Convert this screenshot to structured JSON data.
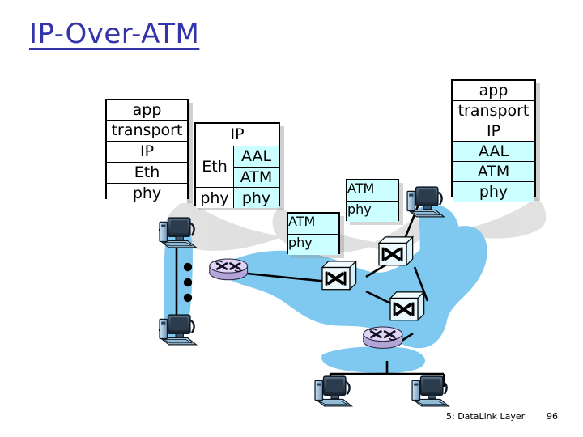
{
  "slide": {
    "title": "IP-Over-ATM",
    "footer_label": "5: DataLink Layer",
    "page_number": "96"
  },
  "colors": {
    "title": "#3333AA",
    "cyan_layer": "#CCFFFF",
    "cloud_blue": "#7FC9F0",
    "router_purple": "#CFC2EC",
    "switch_face": "#E6FAFF",
    "line": "#000000"
  },
  "host_stack_left": {
    "name": "left-host-protocol-stack",
    "layers": [
      {
        "label": "app",
        "highlight": false
      },
      {
        "label": "transport",
        "highlight": false
      },
      {
        "label": "IP",
        "highlight": false
      },
      {
        "label": "Eth",
        "highlight": false
      },
      {
        "label": "phy",
        "highlight": false
      }
    ]
  },
  "router_stack": {
    "name": "edge-router-protocol-stack",
    "top_layer": {
      "label": "IP",
      "highlight": false
    },
    "left_column": [
      {
        "label": "Eth",
        "highlight": false
      },
      {
        "label": "phy",
        "highlight": false
      }
    ],
    "right_column": [
      {
        "label": "AAL",
        "highlight": true
      },
      {
        "label": "ATM",
        "highlight": true
      },
      {
        "label": "phy",
        "highlight": true
      }
    ]
  },
  "host_stack_right": {
    "name": "right-host-protocol-stack",
    "layers": [
      {
        "label": "app",
        "highlight": false
      },
      {
        "label": "transport",
        "highlight": false
      },
      {
        "label": "IP",
        "highlight": false
      },
      {
        "label": "AAL",
        "highlight": true
      },
      {
        "label": "ATM",
        "highlight": true
      },
      {
        "label": "phy",
        "highlight": true
      }
    ]
  },
  "switch_stacks": [
    {
      "name": "atm-switch-stack-lower-left",
      "layers": [
        {
          "label": "ATM",
          "highlight": true
        },
        {
          "label": "phy",
          "highlight": true
        }
      ]
    },
    {
      "name": "atm-switch-stack-upper-right",
      "layers": [
        {
          "label": "ATM",
          "highlight": true
        },
        {
          "label": "phy",
          "highlight": true
        }
      ]
    }
  ],
  "network": {
    "ellipsis_dots": 3,
    "hosts": [
      {
        "name": "host-left-top"
      },
      {
        "name": "host-left-bottom"
      },
      {
        "name": "host-right-top"
      },
      {
        "name": "host-bottom-left"
      },
      {
        "name": "host-bottom-right"
      }
    ],
    "routers": [
      {
        "name": "router-left-edge"
      },
      {
        "name": "router-bottom-edge"
      }
    ],
    "switches": [
      {
        "name": "atm-switch-center"
      },
      {
        "name": "atm-switch-upper-right"
      },
      {
        "name": "atm-switch-lower-right"
      }
    ]
  }
}
